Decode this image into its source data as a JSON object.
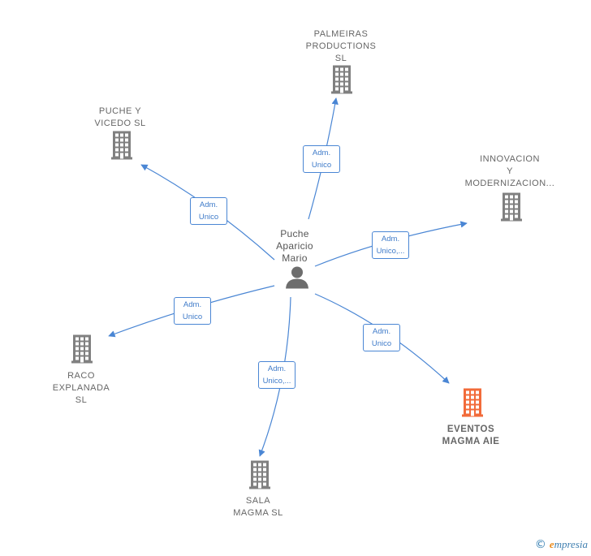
{
  "center": {
    "name": "Puche\nAparicio\nMario",
    "icon": "person-icon"
  },
  "nodes": [
    {
      "id": "palmeiras",
      "name": "PALMEIRAS\nPRODUCTIONS\nSL",
      "icon": "building-icon",
      "color": "#808080",
      "focus": false
    },
    {
      "id": "puche-vicedo",
      "name": "PUCHE Y\nVICEDO  SL",
      "icon": "building-icon",
      "color": "#808080",
      "focus": false
    },
    {
      "id": "innovacion",
      "name": "INNOVACION\nY\nMODERNIZACION...",
      "icon": "building-icon",
      "color": "#808080",
      "focus": false
    },
    {
      "id": "raco",
      "name": "RACO\nEXPLANADA\nSL",
      "icon": "building-icon",
      "color": "#808080",
      "focus": false
    },
    {
      "id": "eventos",
      "name": "EVENTOS\nMAGMA AIE",
      "icon": "building-icon",
      "color": "#f26b3a",
      "focus": true
    },
    {
      "id": "sala",
      "name": "SALA\nMAGMA  SL",
      "icon": "building-icon",
      "color": "#808080",
      "focus": false
    }
  ],
  "edges": [
    {
      "to": "palmeiras",
      "label": "Adm.\nUnico"
    },
    {
      "to": "puche-vicedo",
      "label": "Adm.\nUnico"
    },
    {
      "to": "innovacion",
      "label": "Adm.\nUnico,..."
    },
    {
      "to": "raco",
      "label": "Adm.\nUnico"
    },
    {
      "to": "eventos",
      "label": "Adm.\nUnico"
    },
    {
      "to": "sala",
      "label": "Adm.\nUnico,..."
    }
  ],
  "colors": {
    "edge": "#4a86d4",
    "building": "#808080",
    "focus_building": "#f26b3a",
    "person": "#6d6d6d"
  },
  "watermark": {
    "symbol": "©",
    "brand_initial": "e",
    "brand_rest": "mpresia"
  }
}
